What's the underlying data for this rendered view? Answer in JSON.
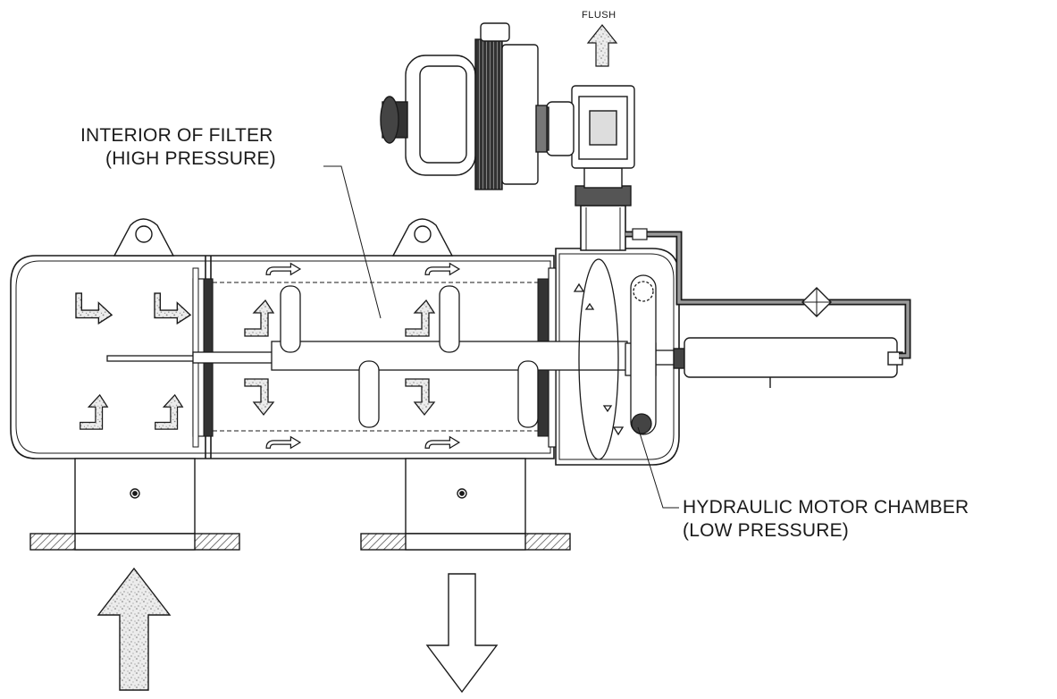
{
  "diagram": {
    "labels": {
      "flush": "FLUSH",
      "interior_line1": "INTERIOR OF FILTER",
      "interior_line2": "(HIGH PRESSURE)",
      "motor_line1": "HYDRAULIC MOTOR CHAMBER",
      "motor_line2": "(LOW PRESSURE)"
    },
    "colors": {
      "line": "#1a1a1a",
      "fill_gray": "#9a9a9a",
      "fill_dark": "#2a2a2a",
      "hatch": "#555555",
      "speckle": "#e8e8e8",
      "background": "#ffffff"
    },
    "icons": {
      "inlet": "speckled-up-arrow",
      "outlet": "hollow-down-arrow",
      "flush": "speckled-up-arrow",
      "flow": "bent-flow-arrow"
    }
  }
}
